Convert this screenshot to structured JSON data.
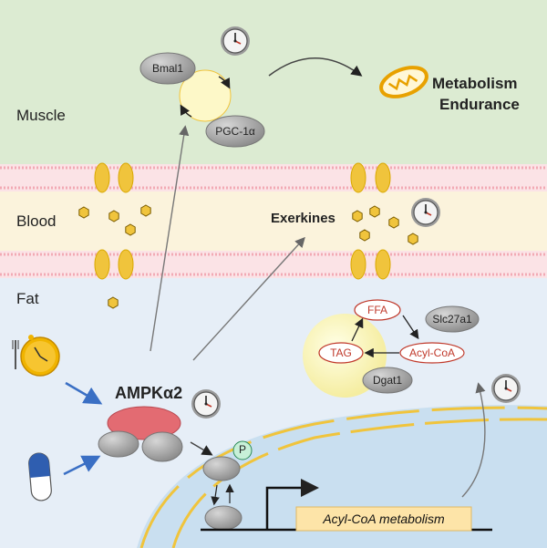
{
  "regions": {
    "muscle": "Muscle",
    "blood": "Blood",
    "fat": "Fat"
  },
  "muscle": {
    "bmal1": "Bmal1",
    "pgc1a": "PGC-1α",
    "outcome_line1": "Metabolism",
    "outcome_line2": "Endurance"
  },
  "blood": {
    "exerkines": "Exerkines"
  },
  "fat": {
    "ampk": "AMPKα2",
    "phospho": "P",
    "ffa": "FFA",
    "slc27a1": "Slc27a1",
    "acylcoa": "Acyl-CoA",
    "tag": "TAG",
    "dgat1": "Dgat1",
    "gene": "Acyl-CoA metabolism"
  },
  "colors": {
    "muscle_bg": "#dcebd2",
    "blood_bg": "#fbf3dc",
    "fat_bg": "#e6eef7",
    "membrane": "#f6c9cf",
    "channel": "#f0c43c",
    "clock_face": "#f2f2f2",
    "protein": "#a9a9a9",
    "ampk_red": "#e36b72",
    "lipid": "#fdf7c0",
    "nucleus": "#c9dff0",
    "gene_box": "#fde4a8",
    "arrow_blue": "#3a6fc4"
  },
  "icons": [
    "clock-icon",
    "mitochondrion-icon",
    "meal-clock-icon",
    "pill-icon",
    "exerkine-particle-icon"
  ]
}
